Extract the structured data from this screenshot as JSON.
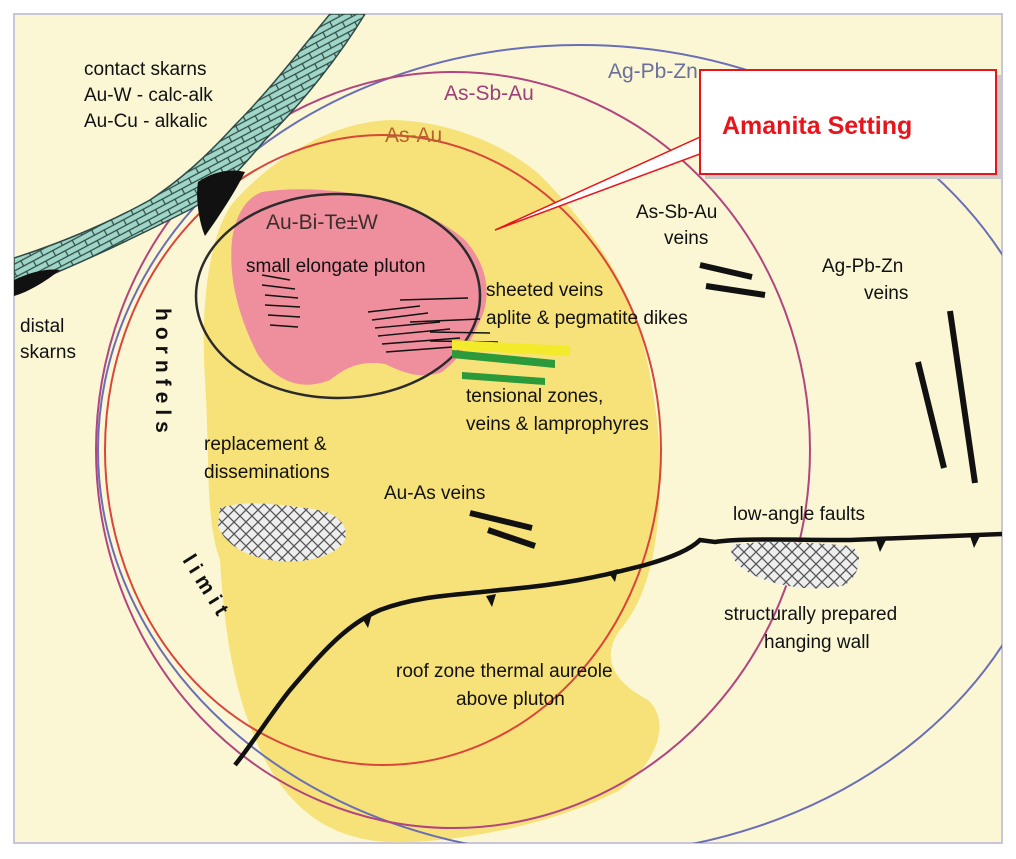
{
  "callout": {
    "title": "Amanita Setting"
  },
  "zones": {
    "ag_pb_zn": "Ag-Pb-Zn",
    "as_sb_au": "As-Sb-Au",
    "as_au": "As-Au",
    "au_bi_te_w": "Au-Bi-Te±W"
  },
  "labels": {
    "contact_skarns": [
      "contact skarns",
      "Au-W - calc-alk",
      "Au-Cu - alkalic"
    ],
    "small_pluton": "small elongate pluton",
    "as_sb_au_veins": [
      "As-Sb-Au",
      "veins"
    ],
    "ag_pb_zn_veins": [
      "Ag-Pb-Zn",
      "veins"
    ],
    "distal_skarns": [
      "distal",
      "skarns"
    ],
    "sheeted_veins": [
      "sheeted veins",
      "aplite & pegmatite dikes"
    ],
    "tensional": [
      "tensional zones,",
      "veins & lamprophyres"
    ],
    "replacement": [
      "replacement &",
      "disseminations"
    ],
    "au_as_veins": "Au-As veins",
    "low_angle_faults": "low-angle faults",
    "hanging_wall": [
      "structurally prepared",
      "hanging wall"
    ],
    "roof_zone": [
      "roof zone thermal aureole",
      "above pluton"
    ],
    "hornfels": "hornfels",
    "limit": "limit"
  },
  "colors": {
    "background": "#fbf7d5",
    "aureole": "#f7e27a",
    "pluton": "#ef8f9e",
    "skarn": "#9fd6c7",
    "ring_blue": "#6a6fb5",
    "ring_magenta": "#b2457f",
    "ring_red": "#d9453a",
    "callout_text": "#e8141b",
    "dike_green": "#2a9a3a",
    "dike_yellow": "#f2ea2a"
  }
}
